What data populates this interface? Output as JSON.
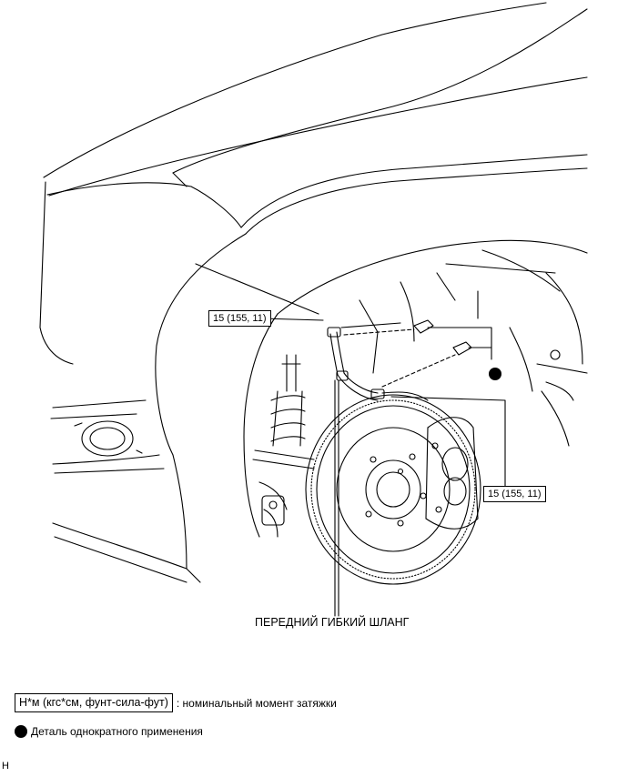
{
  "callouts": {
    "torque_top": "15 (155, 11)",
    "torque_right": "15 (155, 11)"
  },
  "part_label": "ПЕРЕДНИЙ ГИБКИЙ ШЛАНГ",
  "legend": {
    "torque_units": "Н*м (кгс*см, фунт-сила-фут)",
    "torque_description": ": номинальный момент затяжки",
    "non_reusable": "Деталь однократного применения"
  },
  "footer_code": "H",
  "icons": {
    "non_reusable_marker": "filled-circle-icon"
  }
}
